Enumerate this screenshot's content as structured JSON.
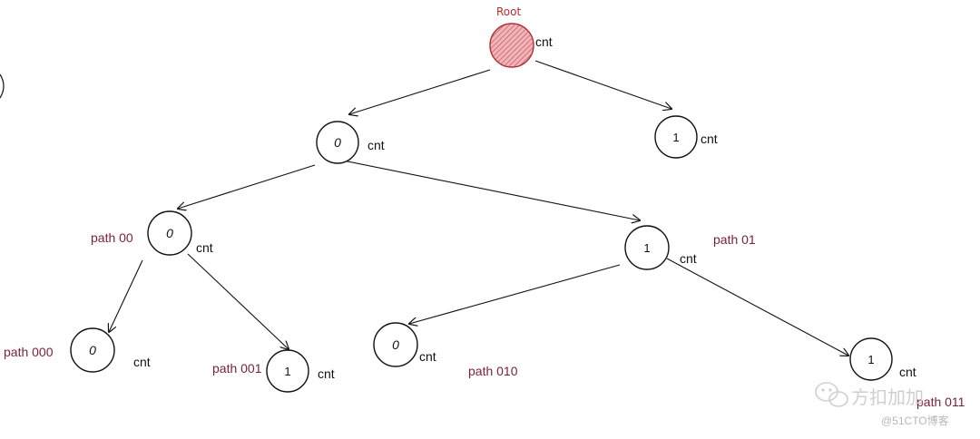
{
  "root_label": "Root",
  "cnt_label": "cnt",
  "nodes": [
    {
      "id": "root",
      "digit": "",
      "path_label": ""
    },
    {
      "id": "n0",
      "digit": "0",
      "path_label": ""
    },
    {
      "id": "n1",
      "digit": "1",
      "path_label": ""
    },
    {
      "id": "n00",
      "digit": "0",
      "path_label": "path 00"
    },
    {
      "id": "n01",
      "digit": "1",
      "path_label": "path 01"
    },
    {
      "id": "n000",
      "digit": "0",
      "path_label": "path 000"
    },
    {
      "id": "n001",
      "digit": "1",
      "path_label": "path 001"
    },
    {
      "id": "n010",
      "digit": "0",
      "path_label": "path 010"
    },
    {
      "id": "n011",
      "digit": "1",
      "path_label": "path 011"
    }
  ],
  "watermark": {
    "brand": "方扣加加",
    "site": "@51CTO博客"
  },
  "colors": {
    "root_fill": "#e8a3a8",
    "root_stroke": "#b03030",
    "path_label": "#7a1f3d",
    "ink": "#111111"
  }
}
